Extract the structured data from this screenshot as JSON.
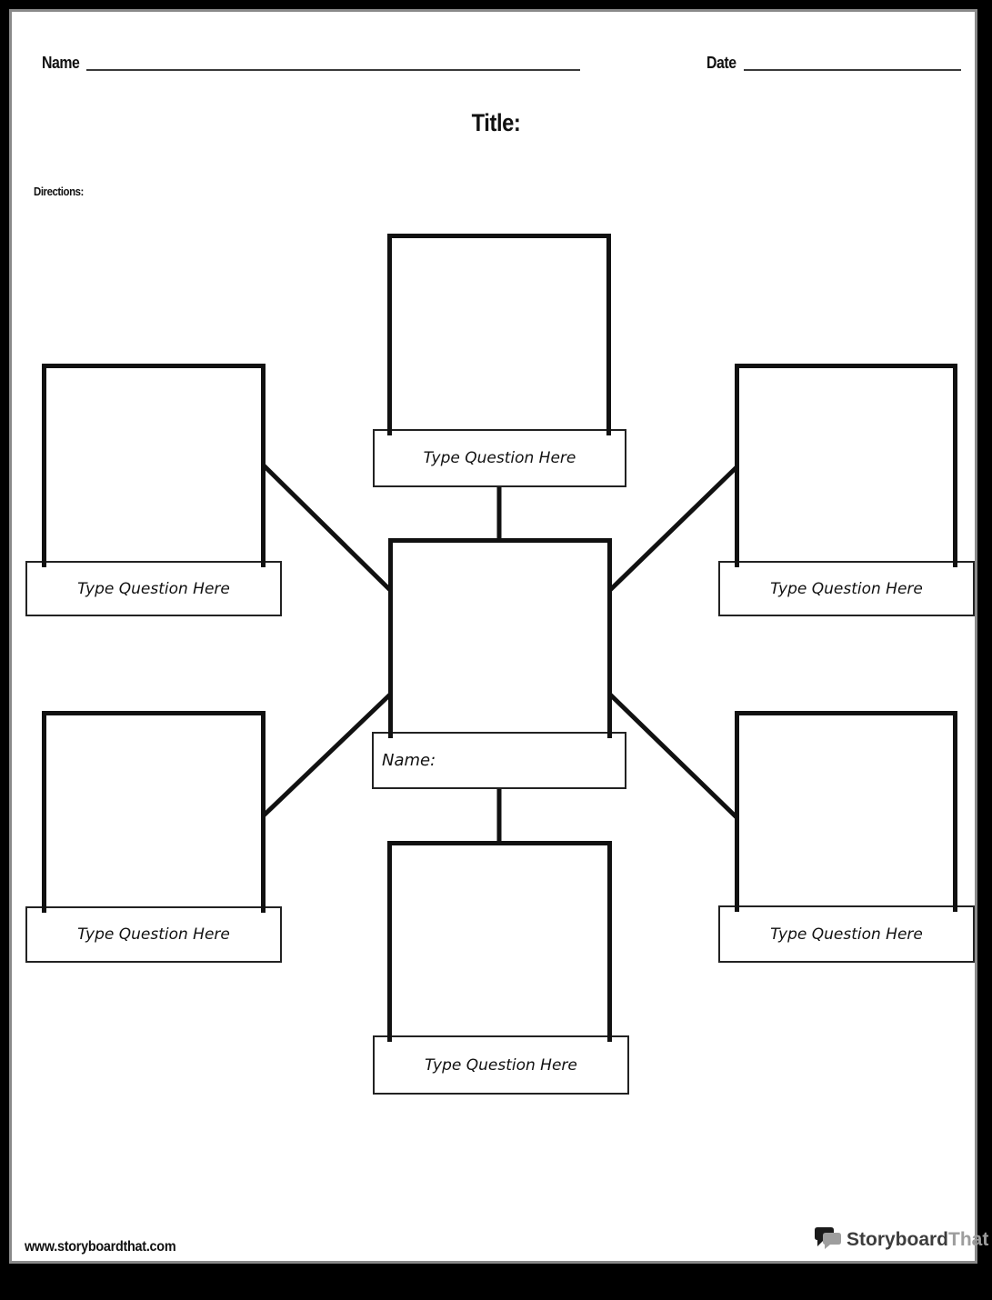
{
  "header": {
    "name_label": "Name",
    "date_label": "Date",
    "title": "Title:",
    "directions_label": "Directions:"
  },
  "diagram": {
    "center": {
      "label": "Name:"
    },
    "questions": [
      {
        "position": "top-center",
        "label": "Type Question Here"
      },
      {
        "position": "top-left",
        "label": "Type Question Here"
      },
      {
        "position": "top-right",
        "label": "Type Question Here"
      },
      {
        "position": "bottom-left",
        "label": "Type Question Here"
      },
      {
        "position": "bottom-right",
        "label": "Type Question Here"
      },
      {
        "position": "bottom-center",
        "label": "Type Question Here"
      }
    ]
  },
  "footer": {
    "website": "www.storyboardthat.com",
    "logo": {
      "icon": "speech-bubbles-icon",
      "part1": "Storyboard",
      "part2": "That",
      "part1_color": "#3d3d3d",
      "part2_color": "#9d9d9d"
    }
  },
  "colors": {
    "page_background": "#ffffff",
    "outer_frame": "#000000",
    "page_shadow_border": "#8a8a8a",
    "connector_line": "#111111"
  }
}
